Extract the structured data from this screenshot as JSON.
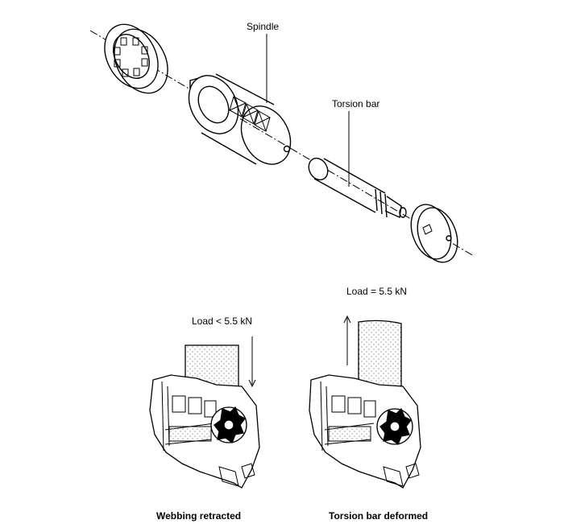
{
  "labels": {
    "spindle": "Spindle",
    "torsion_bar": "Torsion bar",
    "load_lt": "Load < 5.5 kN",
    "load_eq": "Load = 5.5 kN"
  },
  "captions": {
    "left": "Webbing retracted",
    "right": "Torsion bar deformed"
  },
  "colors": {
    "ink": "#000000",
    "paper": "#ffffff",
    "webbing_dot": "#9a9a9a"
  }
}
